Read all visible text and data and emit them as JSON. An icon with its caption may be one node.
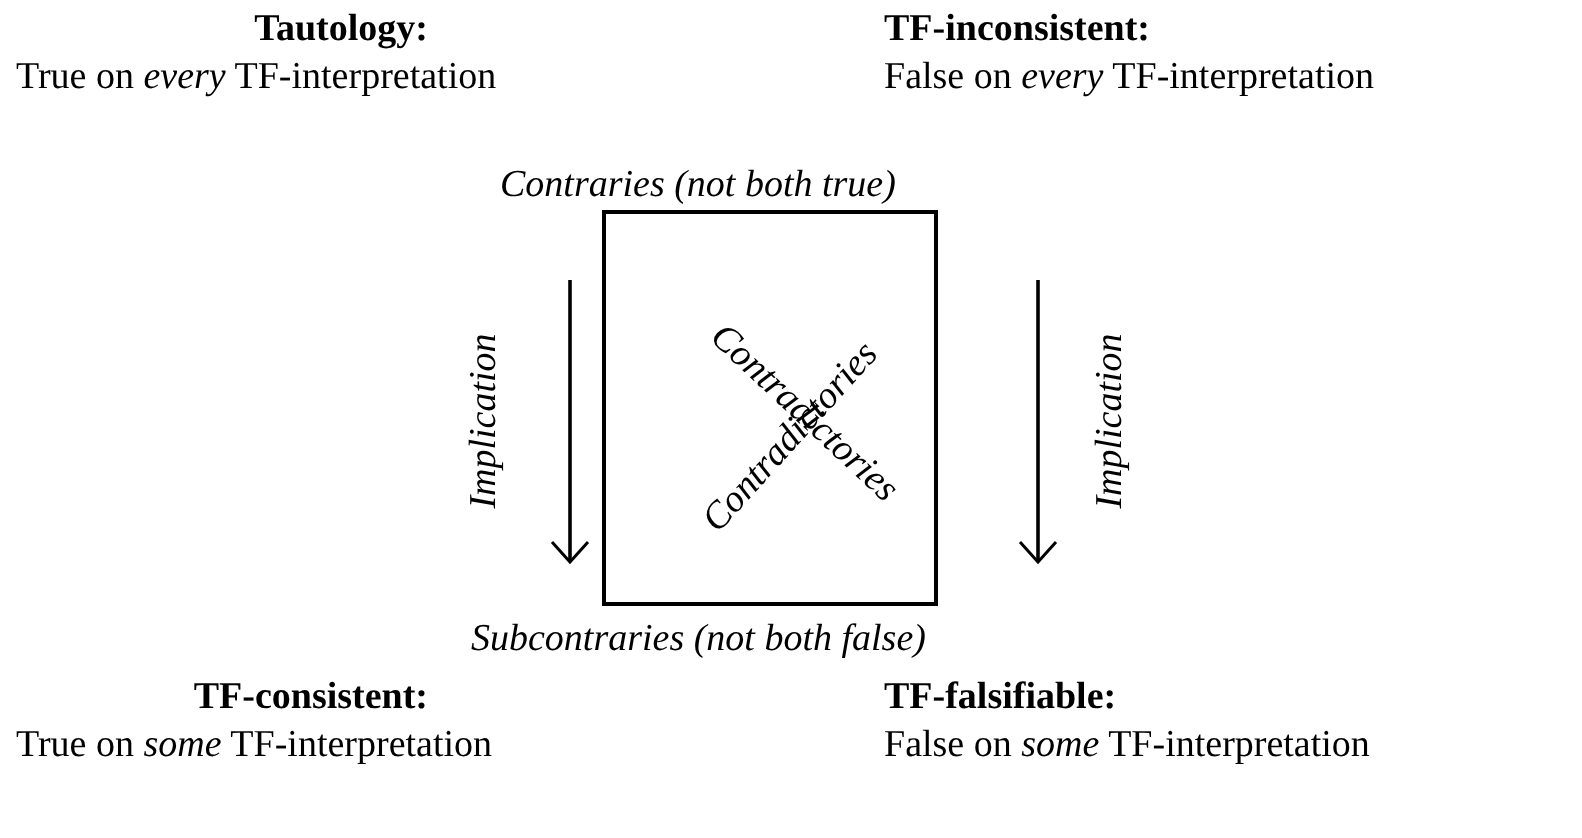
{
  "diagram": {
    "nodes": [
      {
        "text": [
          "Tautology:",
          "True on *every* TF-interpretation"
        ]
      },
      {
        "text": [
          "TF-inconsistent:",
          "False on *every* TF-interpretation"
        ]
      },
      {
        "text": [
          "TF-consistent:",
          "True on *some* TF-interpretation"
        ]
      },
      {
        "text": [
          "TF-falsifiable:",
          "False on *some* TF-interpretation"
        ]
      },
      {
        "text": [],
        "shape": "box",
        "beside": [
          "Contraries (not both true)",
          "Subcontraries (not both false)"
        ]
      }
    ],
    "edges": [],
    "labels": [
      "Contradictories",
      "Implication",
      "Contradictories",
      "Implication"
    ]
  }
}
